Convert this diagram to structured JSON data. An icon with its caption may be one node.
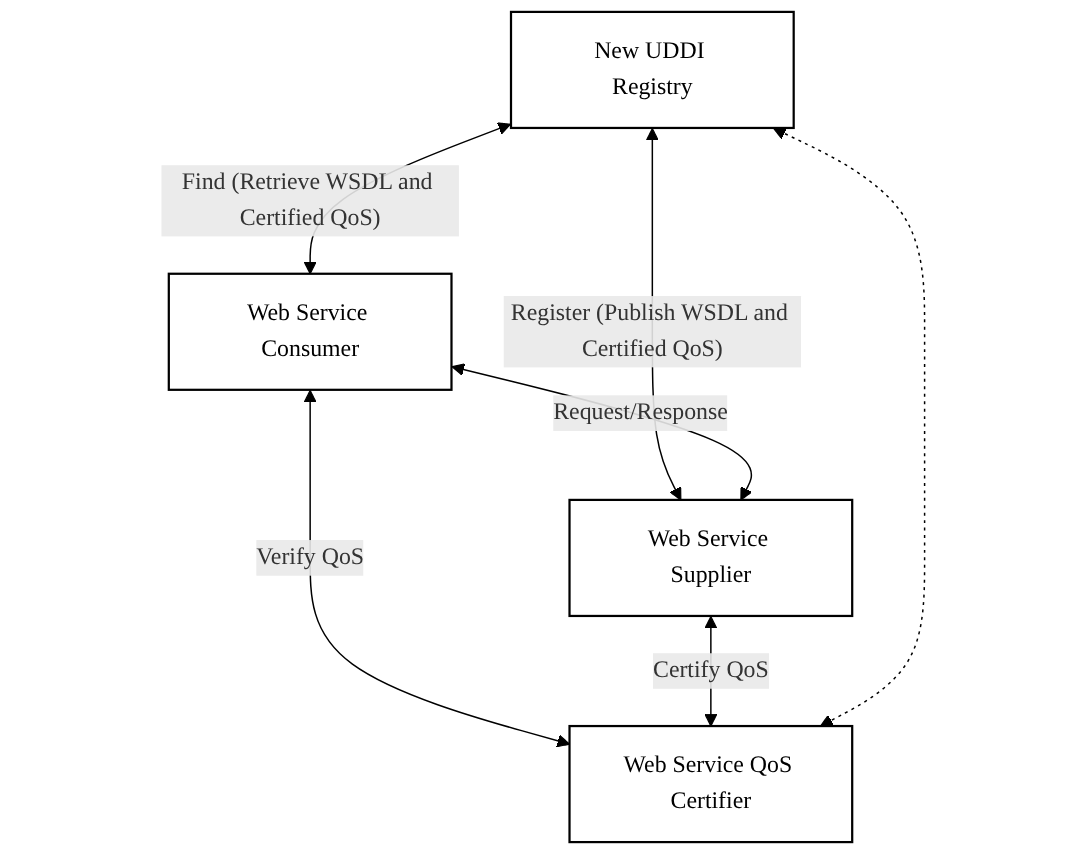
{
  "diagram": {
    "nodes": [
      {
        "text": [
          "New UDDI Registry"
        ]
      },
      {
        "text": [
          "Web Service Consumer"
        ]
      },
      {
        "text": [
          "Web Service Supplier"
        ]
      },
      {
        "text": [
          "Web Service QoS Certifier"
        ]
      }
    ],
    "edges": [
      {
        "from": 0,
        "to": 1,
        "arrow": "both",
        "label": "Find (Retrieve WSDL and Certified QoS)"
      },
      {
        "from": 0,
        "to": 2,
        "arrow": "both",
        "label": "Register (Publish WSDL and Certified QoS)"
      },
      {
        "from": 1,
        "to": 2,
        "arrow": "both",
        "label": "Request/Response"
      },
      {
        "from": 1,
        "to": 3,
        "arrow": "both",
        "label": "Verify QoS"
      },
      {
        "from": 2,
        "to": 3,
        "arrow": "both",
        "label": "Certify QoS"
      },
      {
        "from": 0,
        "to": 3,
        "arrow": "both",
        "style": "dashed"
      }
    ]
  }
}
